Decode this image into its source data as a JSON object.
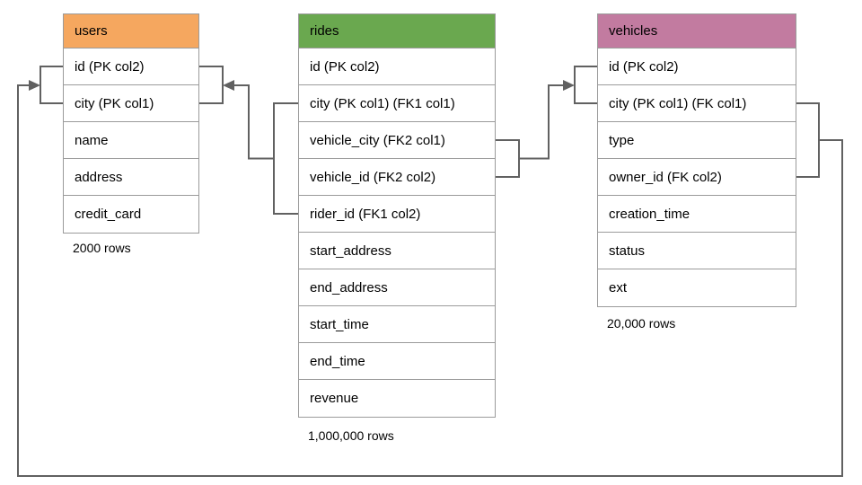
{
  "tables": {
    "users": {
      "name": "users",
      "header_color": "#F5A75F",
      "row_count": "2000 rows",
      "columns": [
        "id (PK col2)",
        "city (PK col1)",
        "name",
        "address",
        "credit_card"
      ]
    },
    "rides": {
      "name": "rides",
      "header_color": "#6AA84F",
      "row_count": "1,000,000 rows",
      "columns": [
        "id (PK col2)",
        "city (PK col1) (FK1 col1)",
        "vehicle_city (FK2 col1)",
        "vehicle_id (FK2 col2)",
        "rider_id (FK1 col2)",
        "start_address",
        "end_address",
        "start_time",
        "end_time",
        "revenue"
      ]
    },
    "vehicles": {
      "name": "vehicles",
      "header_color": "#C27BA0",
      "row_count": "20,000 rows",
      "columns": [
        "id (PK col2)",
        "city (PK col1) (FK col1)",
        "type",
        "owner_id (FK col2)",
        "creation_time",
        "status",
        "ext"
      ]
    }
  },
  "relationships": [
    {
      "name": "rides-to-users",
      "from": "rides (city, rider_id) FK1",
      "to": "users (id, city)"
    },
    {
      "name": "rides-to-vehicles",
      "from": "rides (vehicle_city, vehicle_id) FK2",
      "to": "vehicles (id, city)"
    },
    {
      "name": "vehicles-to-users",
      "from": "vehicles (city, owner_id) FK",
      "to": "users (id, city)"
    }
  ],
  "colors": {
    "connector_line": "#616161",
    "table_border": "#9b9b9b",
    "users_header": "#F5A75F",
    "rides_header": "#6AA84F",
    "vehicles_header": "#C27BA0"
  }
}
